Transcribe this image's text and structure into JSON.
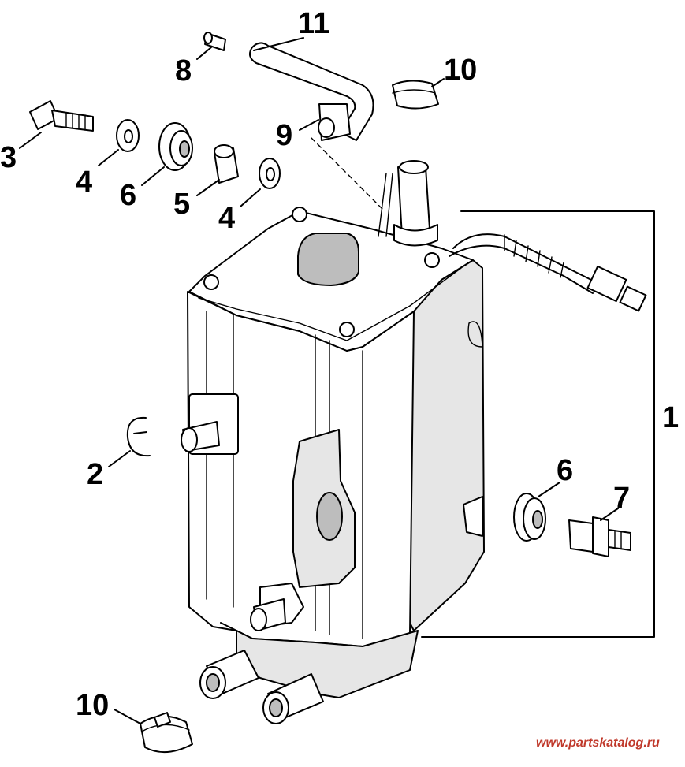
{
  "diagram": {
    "callouts": [
      {
        "id": "1",
        "label": "1"
      },
      {
        "id": "2",
        "label": "2"
      },
      {
        "id": "3",
        "label": "3"
      },
      {
        "id": "4a",
        "label": "4"
      },
      {
        "id": "4b",
        "label": "4"
      },
      {
        "id": "5",
        "label": "5"
      },
      {
        "id": "6a",
        "label": "6"
      },
      {
        "id": "6b",
        "label": "6"
      },
      {
        "id": "7",
        "label": "7"
      },
      {
        "id": "8",
        "label": "8"
      },
      {
        "id": "9",
        "label": "9"
      },
      {
        "id": "10a",
        "label": "10"
      },
      {
        "id": "10b",
        "label": "10"
      },
      {
        "id": "11",
        "label": "11"
      }
    ],
    "watermark": "www.partskatalog.ru"
  }
}
